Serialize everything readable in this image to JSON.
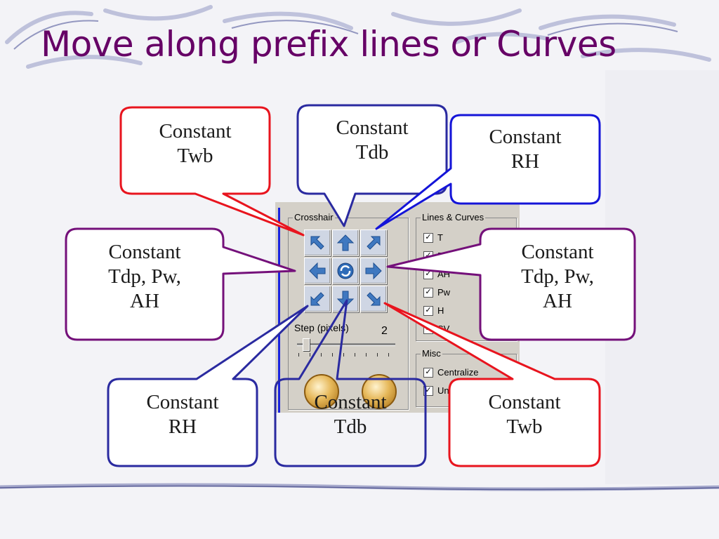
{
  "slide": {
    "title": "Move along prefix lines or Curves"
  },
  "panel": {
    "crosshair_label": "Crosshair",
    "step_label": "Step (pixels)",
    "step_value": "2",
    "lines_curves_label": "Lines & Curves",
    "lines": [
      {
        "label": "T",
        "checked": true
      },
      {
        "label": "RH",
        "checked": true
      },
      {
        "label": "AH",
        "checked": true
      },
      {
        "label": "Pw",
        "checked": true
      },
      {
        "label": "H",
        "checked": true
      },
      {
        "label": "SV",
        "checked": true
      }
    ],
    "misc_label": "Misc",
    "misc": [
      {
        "label": "Centralize",
        "checked": true
      },
      {
        "label": "Unit label",
        "checked": true
      }
    ]
  },
  "callouts": {
    "twb_top": {
      "line1": "Constant",
      "line2": "Twb",
      "color": "#e8141e"
    },
    "tdb_top": {
      "line1": "Constant",
      "line2": "Tdb",
      "color": "#2a2aa0"
    },
    "rh_top": {
      "line1": "Constant",
      "line2": "RH",
      "color": "#1414d8"
    },
    "tdp_left": {
      "line1": "Constant",
      "line2": "Tdp, Pw,",
      "line3": "AH",
      "color": "#74107a"
    },
    "tdp_right": {
      "line1": "Constant",
      "line2": "Tdp, Pw,",
      "line3": "AH",
      "color": "#74107a"
    },
    "rh_bottom": {
      "line1": "Constant",
      "line2": "RH",
      "color": "#2a2aa0"
    },
    "tdb_bottom": {
      "line1": "Constant",
      "line2": "Tdb",
      "color": "#2a2aa0"
    },
    "twb_bottom": {
      "line1": "Constant",
      "line2": "Twb",
      "color": "#e8141e"
    }
  }
}
